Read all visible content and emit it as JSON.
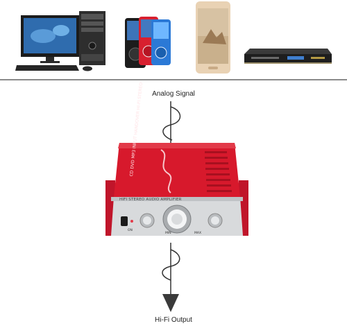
{
  "labels": {
    "input": "Analog Signal",
    "output": "Hi-Fi Output"
  },
  "amplifier": {
    "faceplate": "HIFI STEREO AUDIO AMPLIFIER",
    "top_text": "CD DVD MP3 INPUT   HANDOVER HI-FI STEREO",
    "switch_label": "ON",
    "knob_labels": [
      "MIN",
      "MAX"
    ]
  },
  "colors": {
    "amp_red": "#d7192c",
    "amp_red_dark": "#a8101f",
    "faceplate": "#d8dadc",
    "divider": "#8a8a8a",
    "arrow": "#3a3a3a"
  },
  "devices": [
    {
      "icon": "desktop-computer-icon"
    },
    {
      "icon": "mp3-players-icon"
    },
    {
      "icon": "smartphone-icon"
    },
    {
      "icon": "dvd-player-icon"
    }
  ]
}
